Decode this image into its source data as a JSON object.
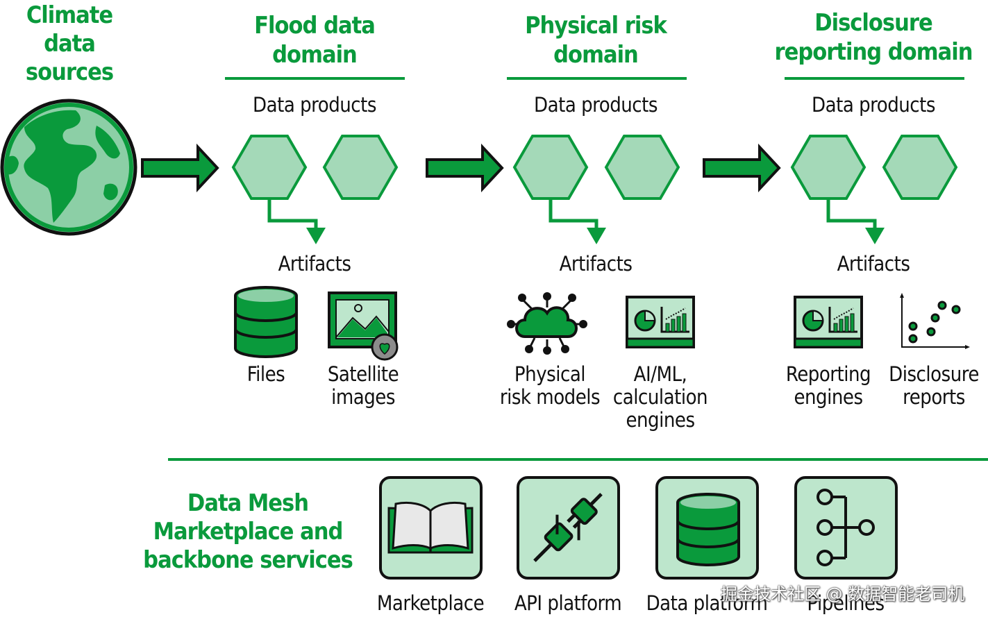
{
  "source": {
    "title": "Climate\ndata\nsources"
  },
  "domains": [
    {
      "title": "Flood data\ndomain",
      "products_label": "Data products",
      "artifacts_label": "Artifacts",
      "artifacts": [
        {
          "label": "Files",
          "icon": "database-icon"
        },
        {
          "label": "Satellite\nimages",
          "icon": "satellite-image-icon"
        }
      ]
    },
    {
      "title": "Physical risk\ndomain",
      "products_label": "Data products",
      "artifacts_label": "Artifacts",
      "artifacts": [
        {
          "label": "Physical\nrisk models",
          "icon": "cloud-network-icon"
        },
        {
          "label": "AI/ML,\ncalculation\nengines",
          "icon": "dashboard-monitor-icon"
        }
      ]
    },
    {
      "title": "Disclosure\nreporting domain",
      "products_label": "Data products",
      "artifacts_label": "Artifacts",
      "artifacts": [
        {
          "label": "Reporting\nengines",
          "icon": "dashboard-monitor-icon"
        },
        {
          "label": "Disclosure\nreports",
          "icon": "scatter-plot-icon"
        }
      ]
    }
  ],
  "backbone": {
    "title": "Data Mesh\nMarketplace and\nbackbone services",
    "services": [
      {
        "label": "Marketplace",
        "icon": "open-book-icon"
      },
      {
        "label": "API platform",
        "icon": "plug-icon"
      },
      {
        "label": "Data platform",
        "icon": "database-icon"
      },
      {
        "label": "Pipelines",
        "icon": "pipeline-icon"
      }
    ]
  },
  "watermark": "掘金技术社区 @ 数据智能老司机",
  "colors": {
    "brand_green": "#0a9a3c",
    "hex_fill": "#a4d9b8",
    "panel_fill": "#bde6cc",
    "dark_outline": "#111111"
  }
}
